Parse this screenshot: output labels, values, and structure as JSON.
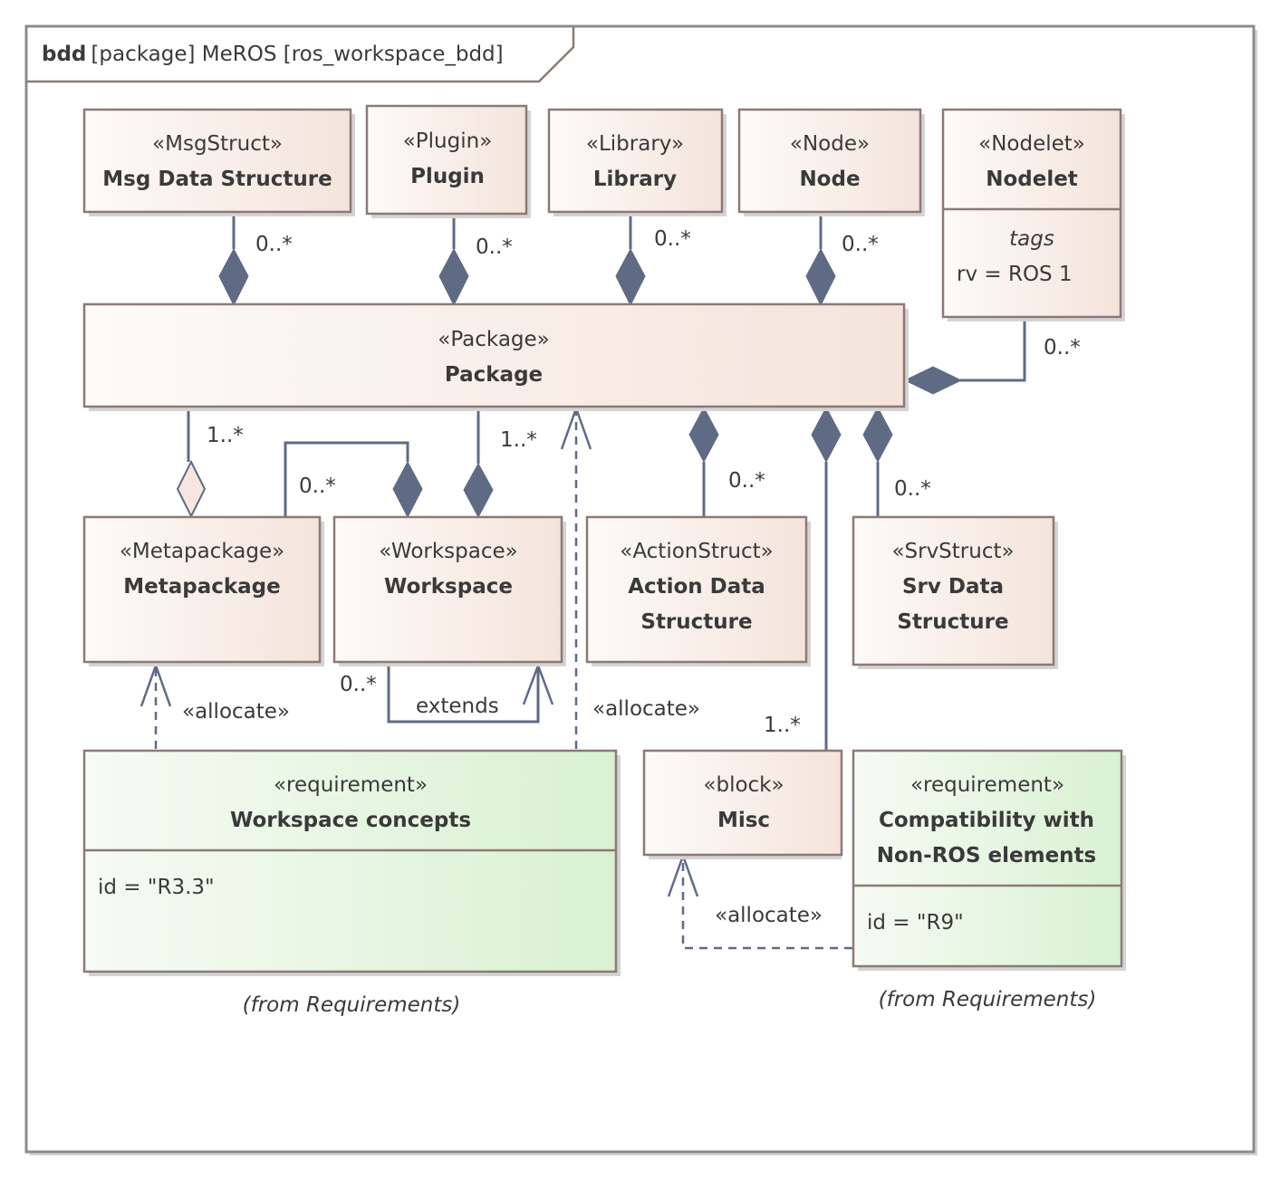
{
  "frame": {
    "kind": "bdd",
    "title": "[package] MeROS [ros_workspace_bdd]"
  },
  "blocks": {
    "msgstruct": {
      "stereotype": "«MsgStruct»",
      "name": "Msg Data Structure"
    },
    "plugin": {
      "stereotype": "«Plugin»",
      "name": "Plugin"
    },
    "library": {
      "stereotype": "«Library»",
      "name": "Library"
    },
    "node": {
      "stereotype": "«Node»",
      "name": "Node"
    },
    "nodelet": {
      "stereotype": "«Nodelet»",
      "name": "Nodelet",
      "section": "tags",
      "attribute": "rv = ROS 1"
    },
    "package": {
      "stereotype": "«Package»",
      "name": "Package"
    },
    "metapackage": {
      "stereotype": "«Metapackage»",
      "name": "Metapackage"
    },
    "workspace": {
      "stereotype": "«Workspace»",
      "name": "Workspace"
    },
    "actionstruct": {
      "stereotype": "«ActionStruct»",
      "name_line1": "Action Data",
      "name_line2": "Structure"
    },
    "srvstruct": {
      "stereotype": "«SrvStruct»",
      "name_line1": "Srv Data",
      "name_line2": "Structure"
    },
    "misc": {
      "stereotype": "«block»",
      "name": "Misc"
    }
  },
  "requirements": {
    "workspace_concepts": {
      "stereotype": "«requirement»",
      "name": "Workspace concepts",
      "id": "id = \"R3.3\"",
      "from": "(from Requirements)"
    },
    "compatibility": {
      "stereotype": "«requirement»",
      "name_line1": "Compatibility with",
      "name_line2": "Non-ROS elements",
      "id": "id = \"R9\"",
      "from": "(from Requirements)"
    }
  },
  "multiplicities": {
    "msgstruct": "0..*",
    "plugin": "0..*",
    "library": "0..*",
    "node": "0..*",
    "nodelet": "0..*",
    "metapackage": "1..*",
    "workspace_package": "1..*",
    "workspace_metapackage": "0..*",
    "actionstruct": "0..*",
    "srvstruct": "0..*",
    "misc": "1..*",
    "workspace_extends": "0..*"
  },
  "labels": {
    "allocate_metapackage": "«allocate»",
    "allocate_package": "«allocate»",
    "allocate_misc": "«allocate»",
    "extends": "extends"
  }
}
